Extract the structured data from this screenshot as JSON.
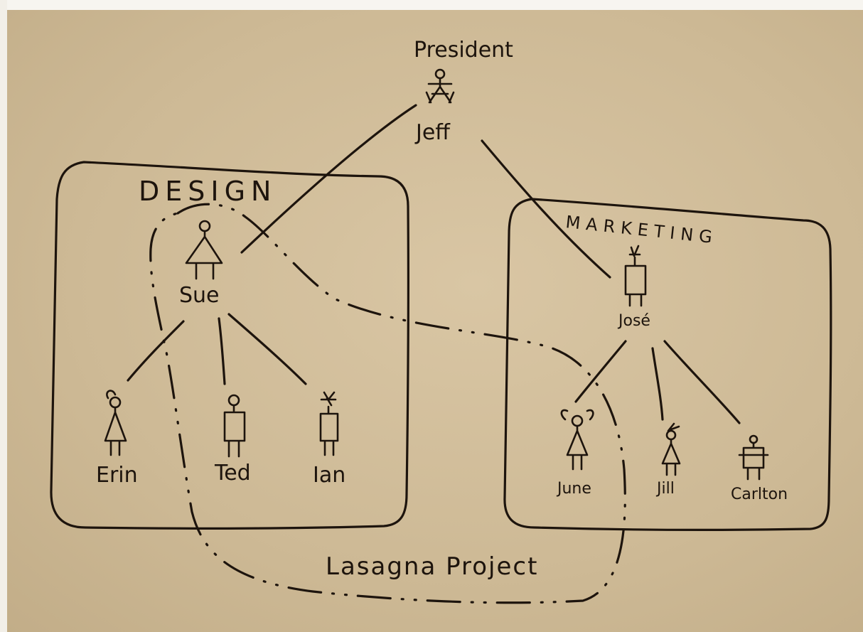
{
  "title_role": "President",
  "groups": {
    "design": {
      "label": "DESIGN"
    },
    "marketing": {
      "label": "MARKETING"
    }
  },
  "people": {
    "jeff": "Jeff",
    "sue": "Sue",
    "erin": "Erin",
    "ted": "Ted",
    "ian": "Ian",
    "jose": "José",
    "june": "June",
    "jill": "Jill",
    "carlton": "Carlton"
  },
  "project": {
    "label": "Lasagna Project"
  },
  "colors": {
    "ink": "#1d140d",
    "paper": "#d4c19d"
  }
}
